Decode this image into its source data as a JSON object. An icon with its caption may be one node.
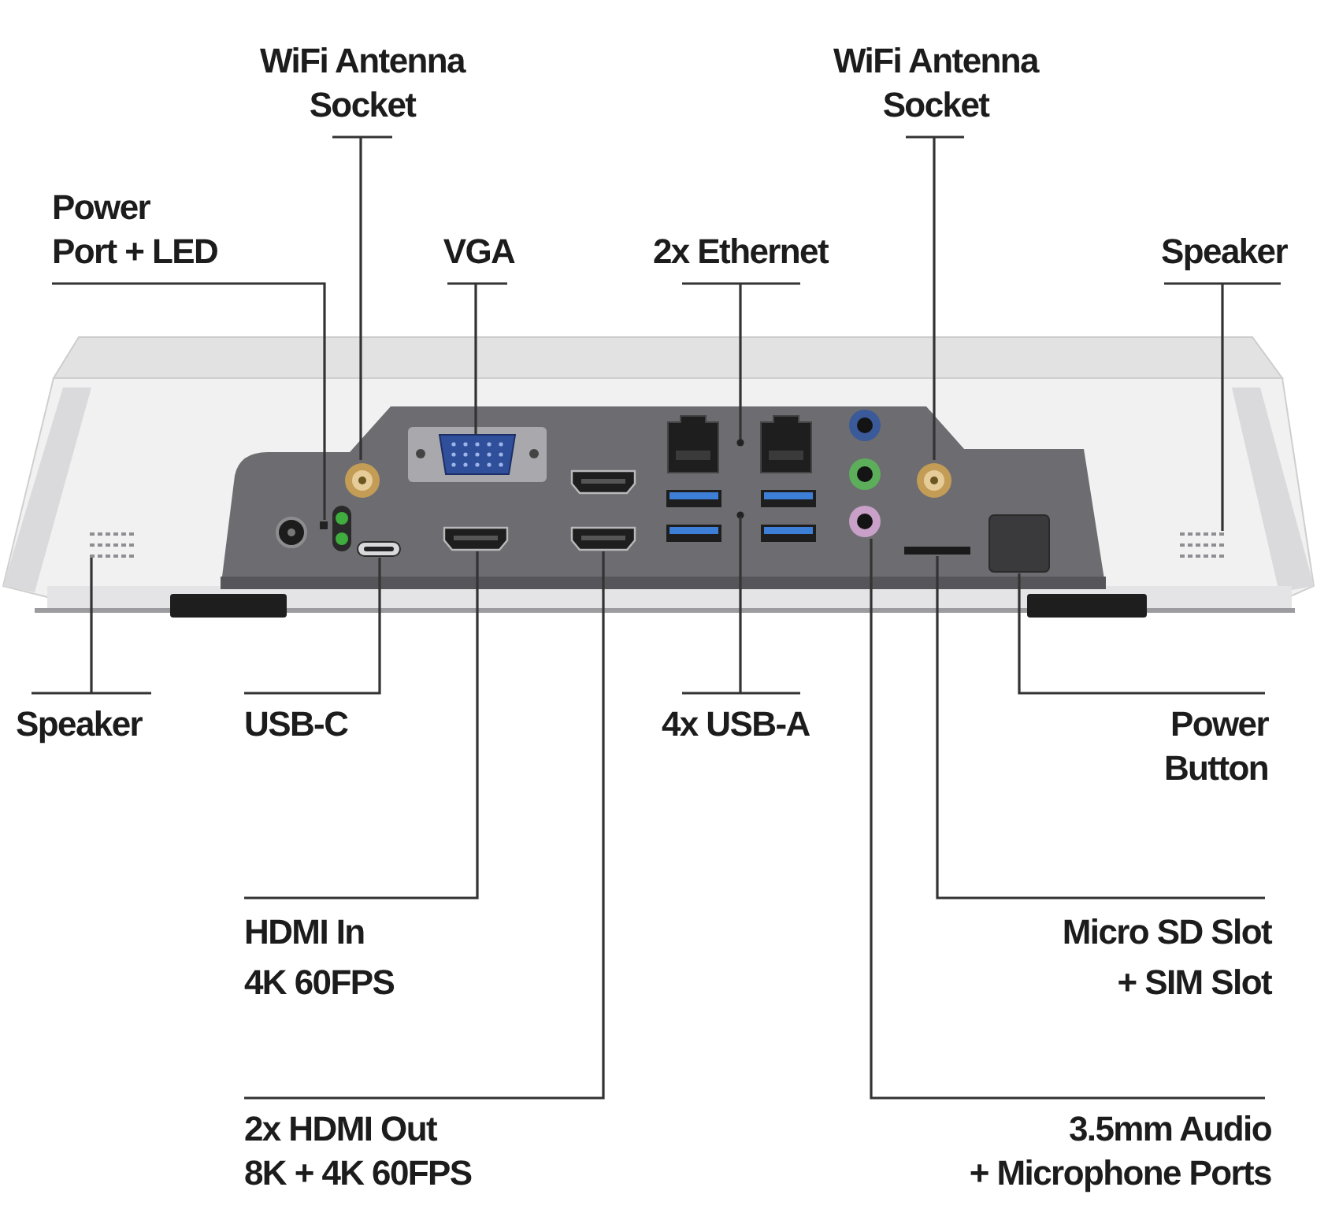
{
  "diagram": {
    "nodes": [
      {
        "text": [
          "WiFi Antenna Socket"
        ]
      },
      {
        "text": [
          "WiFi Antenna Socket"
        ]
      },
      {
        "text": [
          "Power Port + LED"
        ]
      },
      {
        "text": [
          "VGA"
        ]
      },
      {
        "text": [
          "2x Ethernet"
        ]
      },
      {
        "text": [
          "Speaker"
        ]
      },
      {
        "text": [
          "Speaker"
        ]
      },
      {
        "text": [
          "USB-C"
        ]
      },
      {
        "text": [
          "4x USB-A"
        ]
      },
      {
        "text": [
          "Power Button"
        ]
      },
      {
        "text": [
          "HDMI In 4K 60FPS"
        ]
      },
      {
        "text": [
          "Micro SD Slot + SIM Slot"
        ]
      },
      {
        "text": [
          "2x HDMI Out 8K + 4K 60FPS"
        ]
      },
      {
        "text": [
          "3.5mm Audio + Microphone Ports"
        ]
      }
    ],
    "edges": [
      {
        "from": 0,
        "to": null,
        "arrow": "none"
      },
      {
        "from": 1,
        "to": null,
        "arrow": "none"
      },
      {
        "from": 2,
        "to": null,
        "arrow": "none"
      },
      {
        "from": 3,
        "to": null,
        "arrow": "none"
      },
      {
        "from": 4,
        "to": null,
        "arrow": "none"
      },
      {
        "from": 5,
        "to": null,
        "arrow": "none"
      },
      {
        "from": 6,
        "to": null,
        "arrow": "none"
      },
      {
        "from": 7,
        "to": null,
        "arrow": "none"
      },
      {
        "from": 8,
        "to": null,
        "arrow": "none"
      },
      {
        "from": 9,
        "to": null,
        "arrow": "none"
      },
      {
        "from": 10,
        "to": null,
        "arrow": "none"
      },
      {
        "from": 11,
        "to": null,
        "arrow": "none"
      },
      {
        "from": 12,
        "to": null,
        "arrow": "none"
      },
      {
        "from": 13,
        "to": null,
        "arrow": "none"
      }
    ]
  }
}
